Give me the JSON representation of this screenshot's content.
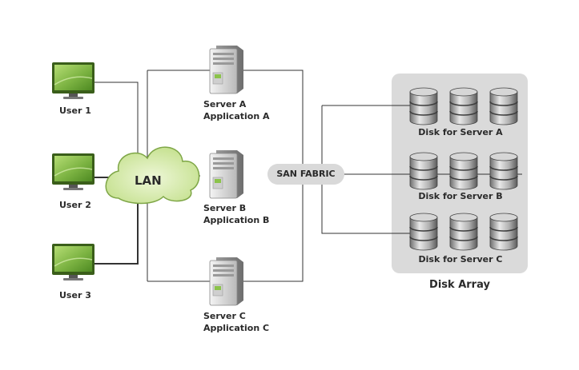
{
  "users": [
    {
      "label": "User 1"
    },
    {
      "label": "User 2"
    },
    {
      "label": "User 3"
    }
  ],
  "lan": {
    "label": "LAN"
  },
  "servers": [
    {
      "line1": "Server A",
      "line2": "Application A"
    },
    {
      "line1": "Server B",
      "line2": "Application B"
    },
    {
      "line1": "Server C",
      "line2": "Application C"
    }
  ],
  "san": {
    "label": "SAN FABRIC"
  },
  "disk_array": {
    "label": "Disk Array",
    "groups": [
      {
        "label": "Disk for Server A"
      },
      {
        "label": "Disk for Server B"
      },
      {
        "label": "Disk for Server C"
      }
    ]
  },
  "colors": {
    "monitor_green": "#7cb342",
    "cloud_fill": "#d9ecb2",
    "panel_gray": "#dadada",
    "line": "#333333"
  }
}
